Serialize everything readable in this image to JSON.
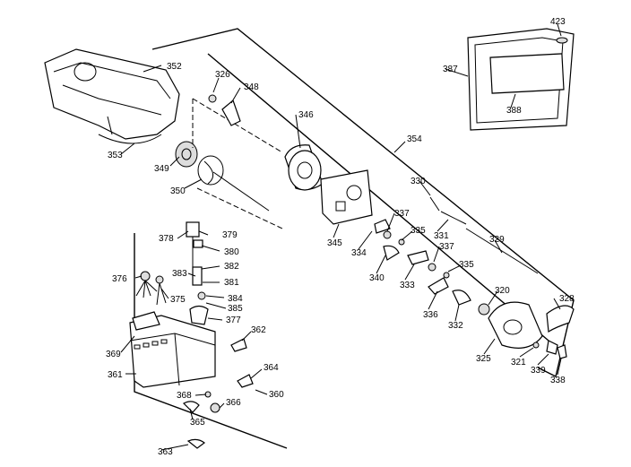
{
  "diagram": {
    "part_numbers": {
      "p352": "352",
      "p353": "353",
      "p349": "349",
      "p350": "350",
      "p326": "326",
      "p348": "348",
      "p346": "346",
      "p354": "354",
      "p387": "387",
      "p423": "423",
      "p388": "388",
      "p345": "345",
      "p334": "334",
      "p337a": "337",
      "p335a": "335",
      "p330": "330",
      "p331": "331",
      "p329": "329",
      "p340": "340",
      "p333": "333",
      "p337b": "337",
      "p335b": "335",
      "p336": "336",
      "p332": "332",
      "p320": "320",
      "p328": "328",
      "p325": "325",
      "p321": "321",
      "p339": "339",
      "p338": "338",
      "p378": "378",
      "p379": "379",
      "p380": "380",
      "p382": "382",
      "p383": "383",
      "p381": "381",
      "p384": "384",
      "p385": "385",
      "p377": "377",
      "p376": "376",
      "p375": "375",
      "p369": "369",
      "p362": "362",
      "p361": "361",
      "p364": "364",
      "p368": "368",
      "p360": "360",
      "p366": "366",
      "p365": "365",
      "p363": "363"
    }
  }
}
